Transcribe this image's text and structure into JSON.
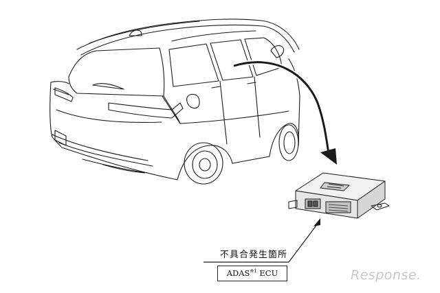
{
  "diagram": {
    "location_label": "不具合発生箇所",
    "ecu_label": {
      "prefix": "ADAS",
      "superscript": "※1",
      "suffix": " ECU"
    }
  },
  "watermark": {
    "text": "Response."
  },
  "colors": {
    "line": "#1a1a1a",
    "watermark": "#c8c8c8"
  }
}
